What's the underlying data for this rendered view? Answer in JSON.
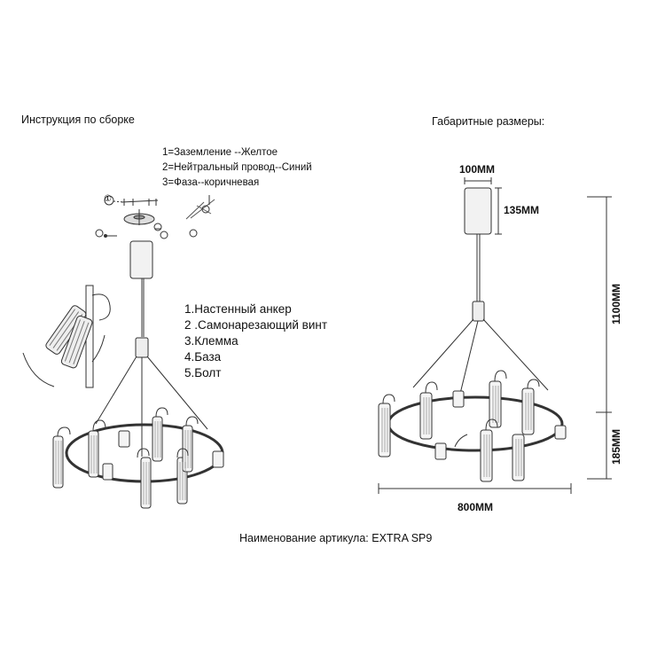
{
  "titles": {
    "assembly": "Инструкция по сборке",
    "dimensions": "Габаритные размеры:"
  },
  "wiring": [
    "1=Заземление --Желтое",
    "2=Нейтральный провод--Синий",
    "3=Фаза--коричневая"
  ],
  "parts": [
    "1.Настенный анкер",
    "2 .Самонарезающий винт",
    "3.Клемма",
    "4.База",
    "5.Болт"
  ],
  "callouts": [
    "①",
    "②",
    "③",
    "④",
    "⑤"
  ],
  "dims": {
    "canopy_width": "100MM",
    "canopy_height": "135MM",
    "total_height": "1100MM",
    "body_height": "185MM",
    "width": "800MM"
  },
  "footer": "Наименование артикула: EXTRA SP9"
}
